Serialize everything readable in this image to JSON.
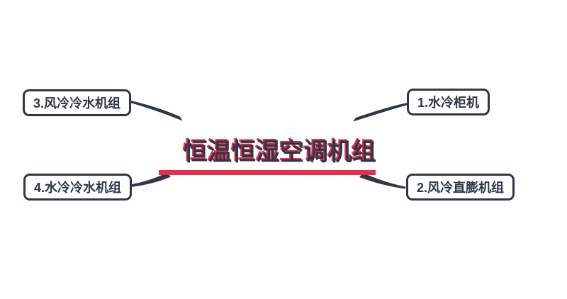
{
  "colors": {
    "bg": "#ffffff",
    "line": "#2f3647",
    "accent": "#e62e4d",
    "text": "#2f3647"
  },
  "central": {
    "label": "恒温恒湿空调机组"
  },
  "topics": [
    {
      "label": "1.水冷柜机"
    },
    {
      "label": "2.风冷直膨机组"
    },
    {
      "label": "3.风冷冷水机组"
    },
    {
      "label": "4.水冷冷水机组"
    }
  ]
}
